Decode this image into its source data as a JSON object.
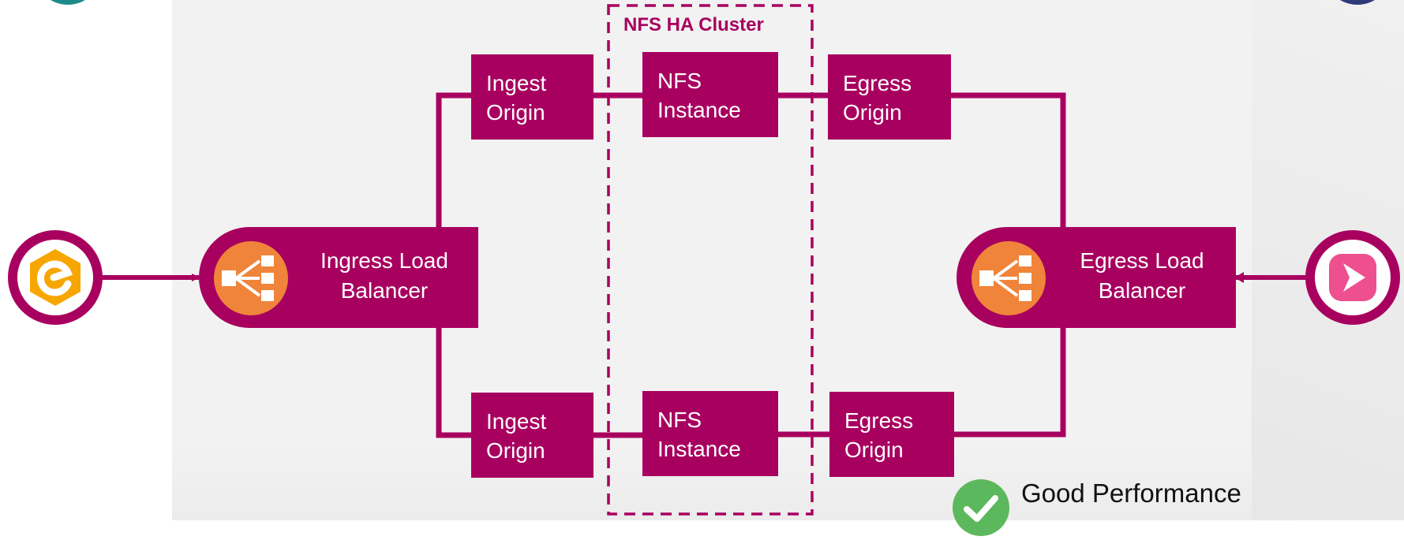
{
  "colors": {
    "brand": "#a8005f",
    "lb_icon_bg": "#f0843a",
    "check": "#5cb85c"
  },
  "cluster": {
    "title": "NFS HA Cluster"
  },
  "ingress_lb": {
    "line1": "Ingress Load",
    "line2": "Balancer",
    "icon": "load-balancer-icon"
  },
  "egress_lb": {
    "line1": "Egress Load",
    "line2": "Balancer",
    "icon": "load-balancer-icon"
  },
  "ingest_top": {
    "line1": "Ingest",
    "line2": "Origin"
  },
  "ingest_bottom": {
    "line1": "Ingest",
    "line2": "Origin"
  },
  "nfs_top": {
    "line1": "NFS",
    "line2": "Instance"
  },
  "nfs_bottom": {
    "line1": "NFS",
    "line2": "Instance"
  },
  "egress_top": {
    "line1": "Egress",
    "line2": "Origin"
  },
  "egress_bottom": {
    "line1": "Egress",
    "line2": "Origin"
  },
  "left_client": {
    "icon": "encoder-e-icon"
  },
  "right_client": {
    "icon": "play-icon"
  },
  "status": {
    "label": "Good Performance",
    "icon": "checkmark-icon"
  }
}
